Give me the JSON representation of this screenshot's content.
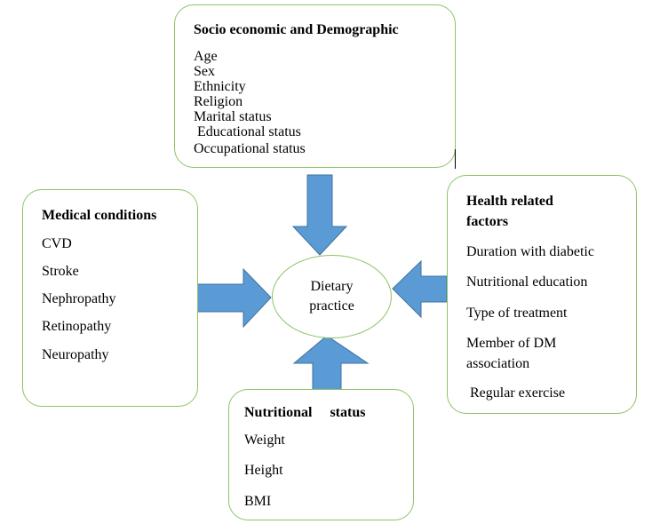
{
  "diagram": {
    "center": {
      "label_line1": "Dietary",
      "label_line2": "practice"
    },
    "socio": {
      "title": "Socio economic and Demographic",
      "items": [
        "Age",
        "Sex",
        "Ethnicity",
        "Religion",
        "Marital status",
        " Educational status",
        "Occupational status"
      ]
    },
    "medical": {
      "title": "Medical conditions",
      "items": [
        "CVD",
        "Stroke",
        "Nephropathy",
        "Retinopathy",
        "Neuropathy"
      ]
    },
    "health": {
      "title_line1": "Health related",
      "title_line2": "factors",
      "items": [
        "Duration with diabetic",
        "Nutritional education",
        "Type of treatment",
        "Member of DM",
        "association",
        " Regular exercise"
      ]
    },
    "nutrition": {
      "title": "Nutritional     status",
      "items": [
        "Weight",
        "Height",
        "BMI"
      ]
    },
    "colors": {
      "arrow_fill": "#5b9bd5",
      "arrow_stroke": "#41719c",
      "box_border": "#8cc466"
    }
  }
}
